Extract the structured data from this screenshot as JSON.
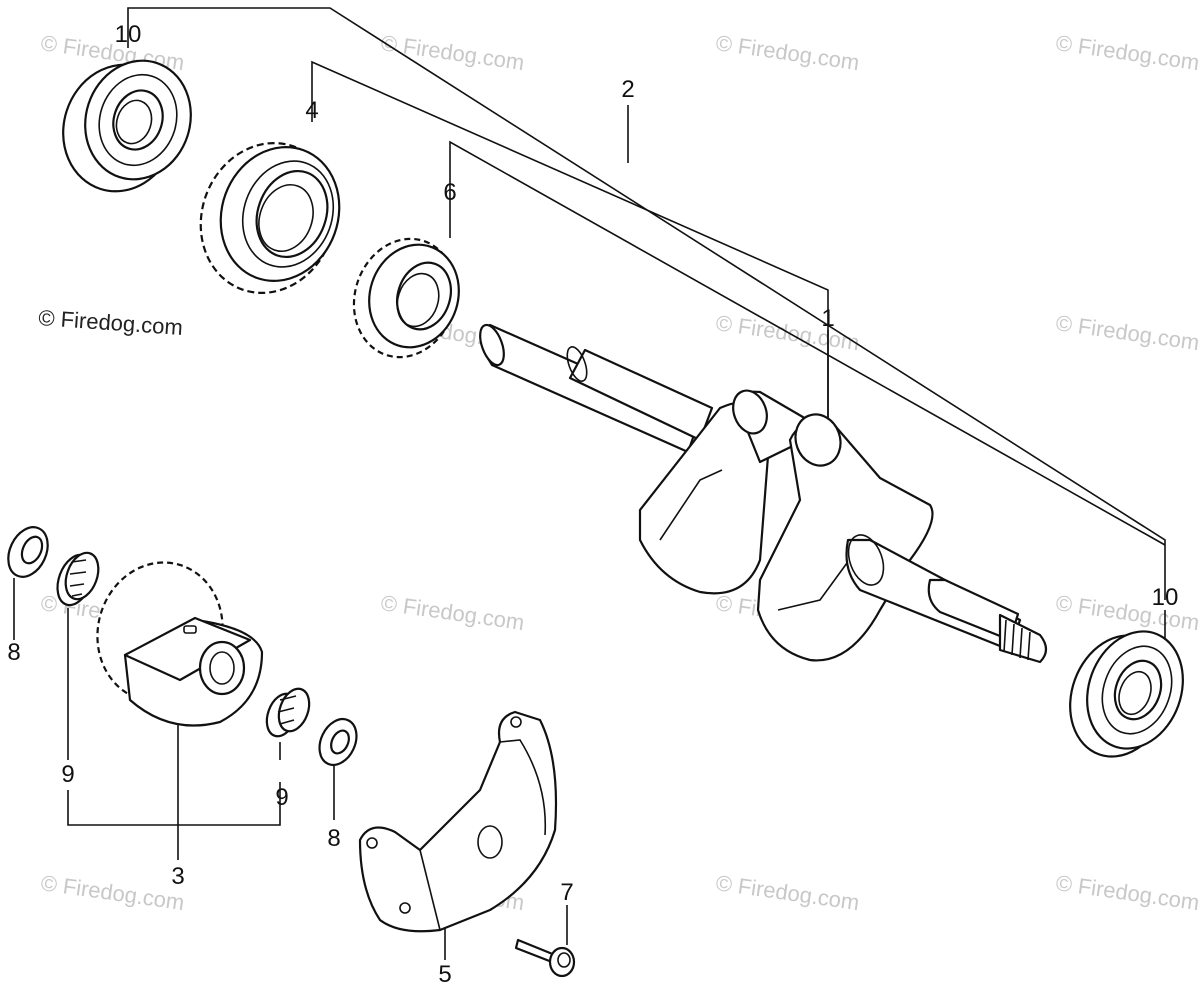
{
  "diagram": {
    "watermark_text": "© Firedog.com",
    "copyright_text": "© Firedog.com",
    "part_numbers": {
      "crankshaft": "1",
      "crankshaft_assembly": "2",
      "balancer_weight": "3",
      "timing_gear": "4",
      "balancer_cover": "5",
      "crank_gear": "6",
      "flange_bolt": "7",
      "washer_left": "8",
      "washer_right": "8",
      "needle_bearing_left": "9",
      "needle_bearing_right": "9",
      "bearing_top": "10",
      "bearing_right": "10"
    },
    "colors": {
      "line": "#111111",
      "watermark": "#c8c8c8",
      "background": "#ffffff"
    }
  }
}
